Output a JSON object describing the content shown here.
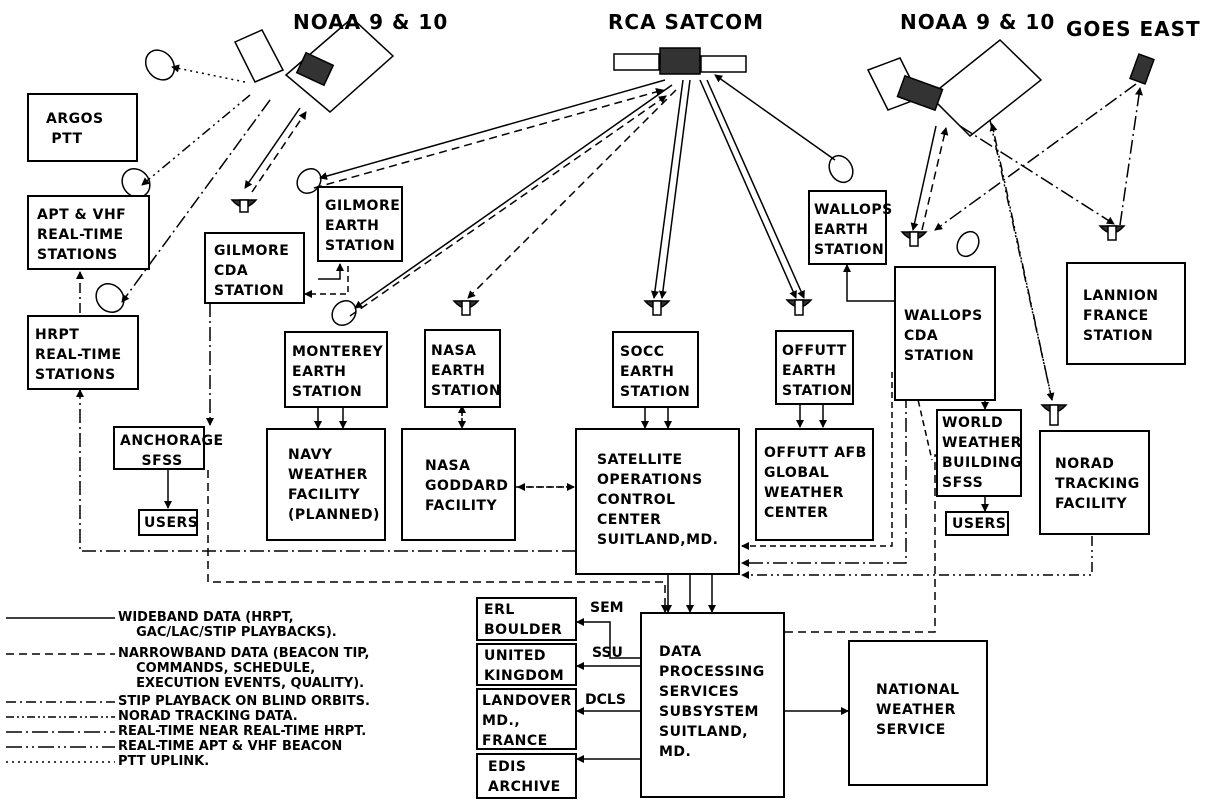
{
  "satellites": {
    "noaa_left": "NOAA 9 & 10",
    "rca": "RCA SATCOM",
    "noaa_right": "NOAA 9 & 10",
    "goes": "GOES EAST"
  },
  "boxes": {
    "argos": "ARGOS\n PTT",
    "apt": "APT & VHF\nREAL-TIME\nSTATIONS",
    "hrpt": "HRPT\nREAL-TIME\nSTATIONS",
    "gilmore_cda": "GILMORE\nCDA\nSTATION",
    "gilmore_earth": "GILMORE\nEARTH\nSTATION",
    "monterey": "MONTEREY\nEARTH\nSTATION",
    "nasa_earth": "NASA\nEARTH\nSTATION",
    "socc_earth": "SOCC\nEARTH\nSTATION",
    "offutt_earth": "OFFUTT\nEARTH\nSTATION",
    "wallops_earth": "WALLOPS\nEARTH\nSTATION",
    "wallops_cda": "WALLOPS\nCDA\nSTATION",
    "lannion": "LANNION\nFRANCE\nSTATION",
    "anchorage": "ANCHORAGE\n    SFSS",
    "users_left": "USERS",
    "navy": "NAVY\nWEATHER\nFACILITY\n(PLANNED)",
    "nasa_goddard": "NASA\nGODDARD\nFACILITY",
    "socc": "SATELLITE\nOPERATIONS\nCONTROL\nCENTER\nSUITLAND,MD.",
    "offutt_afb": "OFFUTT AFB\nGLOBAL\nWEATHER\nCENTER",
    "world_weather": "WORLD\nWEATHER\nBUILDING\nSFSS",
    "users_right": "USERS",
    "norad": "NORAD\nTRACKING\nFACILITY",
    "erl": "ERL\nBOULDER",
    "uk": "UNITED\nKINGDOM",
    "landover": "LANDOVER\nMD.,\nFRANCE",
    "edis": "EDIS\nARCHIVE",
    "dpss": "DATA\nPROCESSING\nSERVICES\nSUBSYSTEM\nSUITLAND,\nMD.",
    "nws": "NATIONAL\nWEATHER\nSERVICE"
  },
  "arrow_labels": {
    "sem": "SEM",
    "ssu": "SSU",
    "dcls": "DCLS"
  },
  "legend": [
    {
      "style": "solid",
      "text": "WIDEBAND DATA (HRPT,\n    GAC/LAC/STIP PLAYBACKS)."
    },
    {
      "style": "dashed",
      "text": "NARROWBAND DATA (BEACON TIP,\n    COMMANDS, SCHEDULE,\n    EXECUTION EVENTS, QUALITY)."
    },
    {
      "style": "dashdot",
      "text": "STIP PLAYBACK ON BLIND ORBITS."
    },
    {
      "style": "dashdotdot",
      "text": "NORAD TRACKING DATA."
    },
    {
      "style": "longdashdot",
      "text": "REAL-TIME NEAR REAL-TIME HRPT."
    },
    {
      "style": "longdashdotdot",
      "text": "REAL-TIME APT & VHF BEACON"
    },
    {
      "style": "dotted",
      "text": "PTT UPLINK."
    }
  ]
}
